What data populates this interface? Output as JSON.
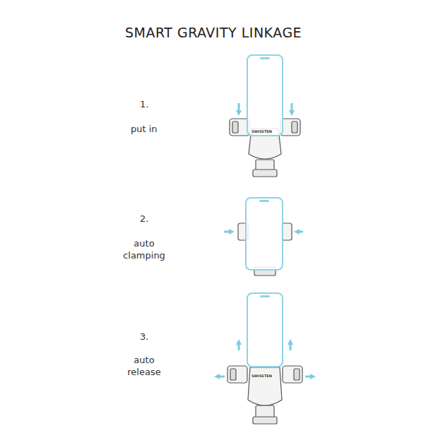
{
  "diagram": {
    "title": "SMART GRAVITY LINKAGE",
    "labels": [
      "1.",
      "put in",
      "2.",
      "auto clamping",
      "3.",
      "auto release",
      "SWISSTEN",
      "SWISSTEN"
    ]
  }
}
